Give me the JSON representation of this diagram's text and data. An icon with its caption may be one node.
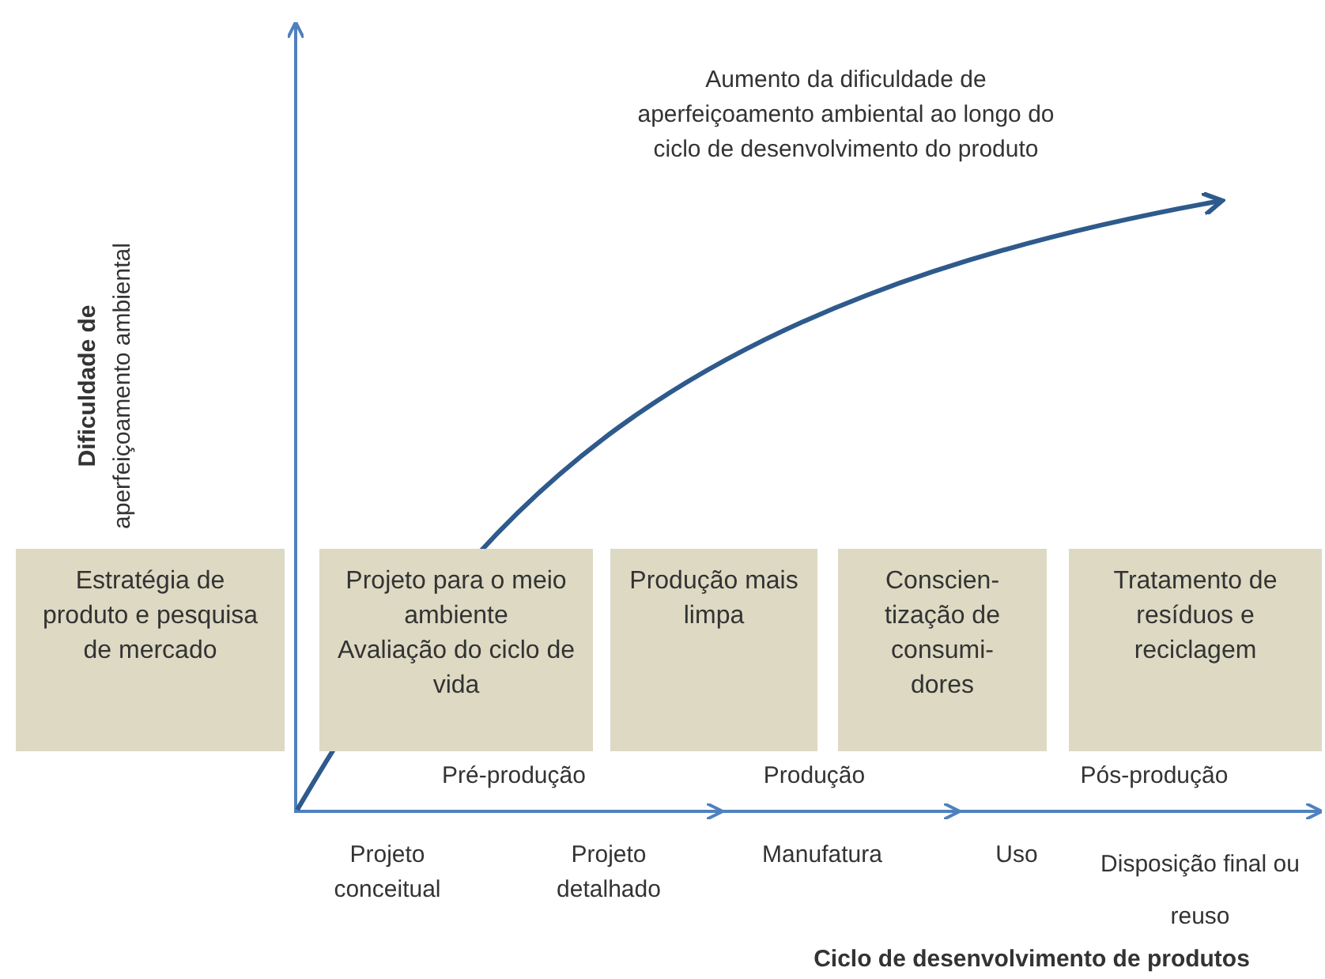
{
  "diagram": {
    "nodes": [
      {
        "text": [
          "Estratégia de produto e pesquisa de mercado"
        ]
      },
      {
        "text": [
          "Projeto para o meio ambiente",
          "Avaliação do ciclo de vida"
        ]
      },
      {
        "text": [
          "Produção mais limpa"
        ]
      },
      {
        "text": [
          "Conscien-tização de consumi-dores"
        ]
      },
      {
        "text": [
          "Tratamento de resíduos e reciclagem"
        ]
      }
    ],
    "edges": [],
    "labels": [
      "Aumento da dificuldade de aperfeiçoamento ambiental ao longo do ciclo de desenvolvimento do produto",
      "Dificuldade de",
      "aperfeiçoamento ambiental",
      "Pré-produção",
      "Produção",
      "Pós-produção",
      "Projeto conceitual",
      "Projeto detalhado",
      "Manufatura",
      "Uso",
      "Disposição final ou reuso",
      "Ciclo de desenvolvimento de produtos"
    ]
  }
}
